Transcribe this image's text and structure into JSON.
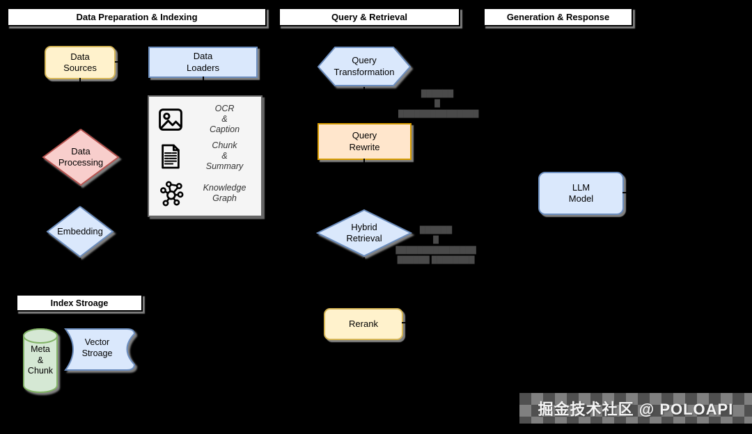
{
  "palette": {
    "background": "#000000",
    "yellow_fill": "#FFF2CC",
    "yellow_stroke": "#D6B656",
    "blue_fill": "#DAE8FC",
    "blue_stroke": "#6C8EBF",
    "red_fill": "#F8CECC",
    "red_stroke": "#B85450",
    "orange_fill": "#FFE6CC",
    "orange_stroke": "#D79B00",
    "green_fill": "#D5E8D4",
    "green_stroke": "#82B366",
    "panel_fill": "#F5F5F5",
    "panel_stroke": "#666666",
    "header_fill": "#FFFFFF",
    "header_stroke": "#000000",
    "annotation_gray": "#4A4A4A"
  },
  "headers": [
    {
      "label": "Data Preparation & Indexing"
    },
    {
      "label": "Query & Retrieval"
    },
    {
      "label": "Generation & Response"
    }
  ],
  "nodes": {
    "data_sources": {
      "label": "Data\nSources",
      "shape": "rounded-rect",
      "color": "yellow"
    },
    "data_loaders": {
      "label": "Data\nLoaders",
      "shape": "rect",
      "color": "blue"
    },
    "data_processing": {
      "label": "Data\nProcessing",
      "shape": "diamond",
      "color": "red"
    },
    "embedding": {
      "label": "Embedding",
      "shape": "diamond",
      "color": "blue"
    },
    "index_storage_header": {
      "label": "Index Stroage"
    },
    "meta_chunk": {
      "label": "Meta\n&\nChunk",
      "shape": "cylinder",
      "color": "green"
    },
    "vector_storage": {
      "label": "Vector\nStroage",
      "shape": "stored-data",
      "color": "blue"
    },
    "query_transformation": {
      "label": "Query\nTransformation",
      "shape": "hexagon",
      "color": "blue"
    },
    "query_rewrite": {
      "label": "Query\nRewrite",
      "shape": "rect",
      "color": "orange"
    },
    "hybrid_retrieval": {
      "label": "Hybrid\nRetrieval",
      "shape": "diamond",
      "color": "blue"
    },
    "rerank": {
      "label": "Rerank",
      "shape": "rounded-rect",
      "color": "yellow"
    },
    "llm_model": {
      "label": "LLM\nModel",
      "shape": "rounded-rect",
      "color": "blue"
    }
  },
  "detail_box": {
    "items": [
      {
        "icon": "image-icon",
        "label": "OCR\n&\nCaption"
      },
      {
        "icon": "document-icon",
        "label": "Chunk\n&\nSummary"
      },
      {
        "icon": "knowledge-graph-icon",
        "label": "Knowledge\nGraph"
      }
    ]
  },
  "annotations": {
    "query_note": "██████\n█\n███████████████",
    "retrieval_note": "██████\n█\n███████████████\n██████ ████████"
  },
  "watermark": {
    "text": "掘金技术社区 @ POLOAPI"
  }
}
